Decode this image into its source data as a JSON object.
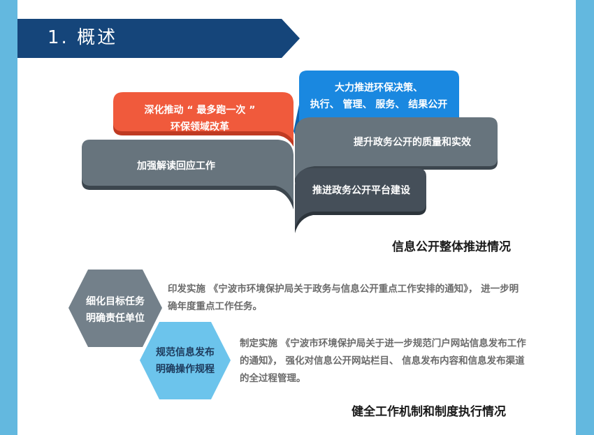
{
  "header": {
    "title": "1. 概述"
  },
  "info_disclosure": {
    "blocks": [
      {
        "id": "red",
        "lines": [
          "深化推动 “ 最多跑一次 ”",
          "环保领域改革"
        ]
      },
      {
        "id": "blue",
        "lines": [
          "大力推进环保决策、",
          "执行、 管理、 服务、 结果公开"
        ]
      },
      {
        "id": "gray-left",
        "lines": [
          "加强解读回应工作"
        ]
      },
      {
        "id": "gray-right",
        "lines": [
          "提升政务公开的质量和实效"
        ]
      },
      {
        "id": "dark",
        "lines": [
          "推进政务公开平台建设"
        ]
      }
    ],
    "caption": "信息公开整体推进情况"
  },
  "work_mechanism": {
    "items": [
      {
        "hex_lines": [
          "细化目标任务",
          "明确责任单位"
        ],
        "text": "印发实施 《宁波市环境保护局关于政务与信息公开重点工作安排的通知》， 进一步明确年度重点工作任务。"
      },
      {
        "hex_lines": [
          "规范信息发布",
          "明确操作规程"
        ],
        "text": "制定实施 《宁波市环境保护局关于进一步规范门户网站信息发布工作的通知》， 强化对信息公开网站栏目、 信息发布内容和信息发布渠道的全过程管理。"
      }
    ],
    "caption": "健全工作机制和制度执行情况"
  },
  "colors": {
    "background": "#63b8df",
    "header_banner": "#15457a",
    "red_block": "#f05a3c",
    "blue_block": "#1a88e0",
    "gray_block": "#67747d",
    "dark_block": "#454f59",
    "hex_gray": "#73808a",
    "hex_light_blue": "#6cc4ec"
  }
}
